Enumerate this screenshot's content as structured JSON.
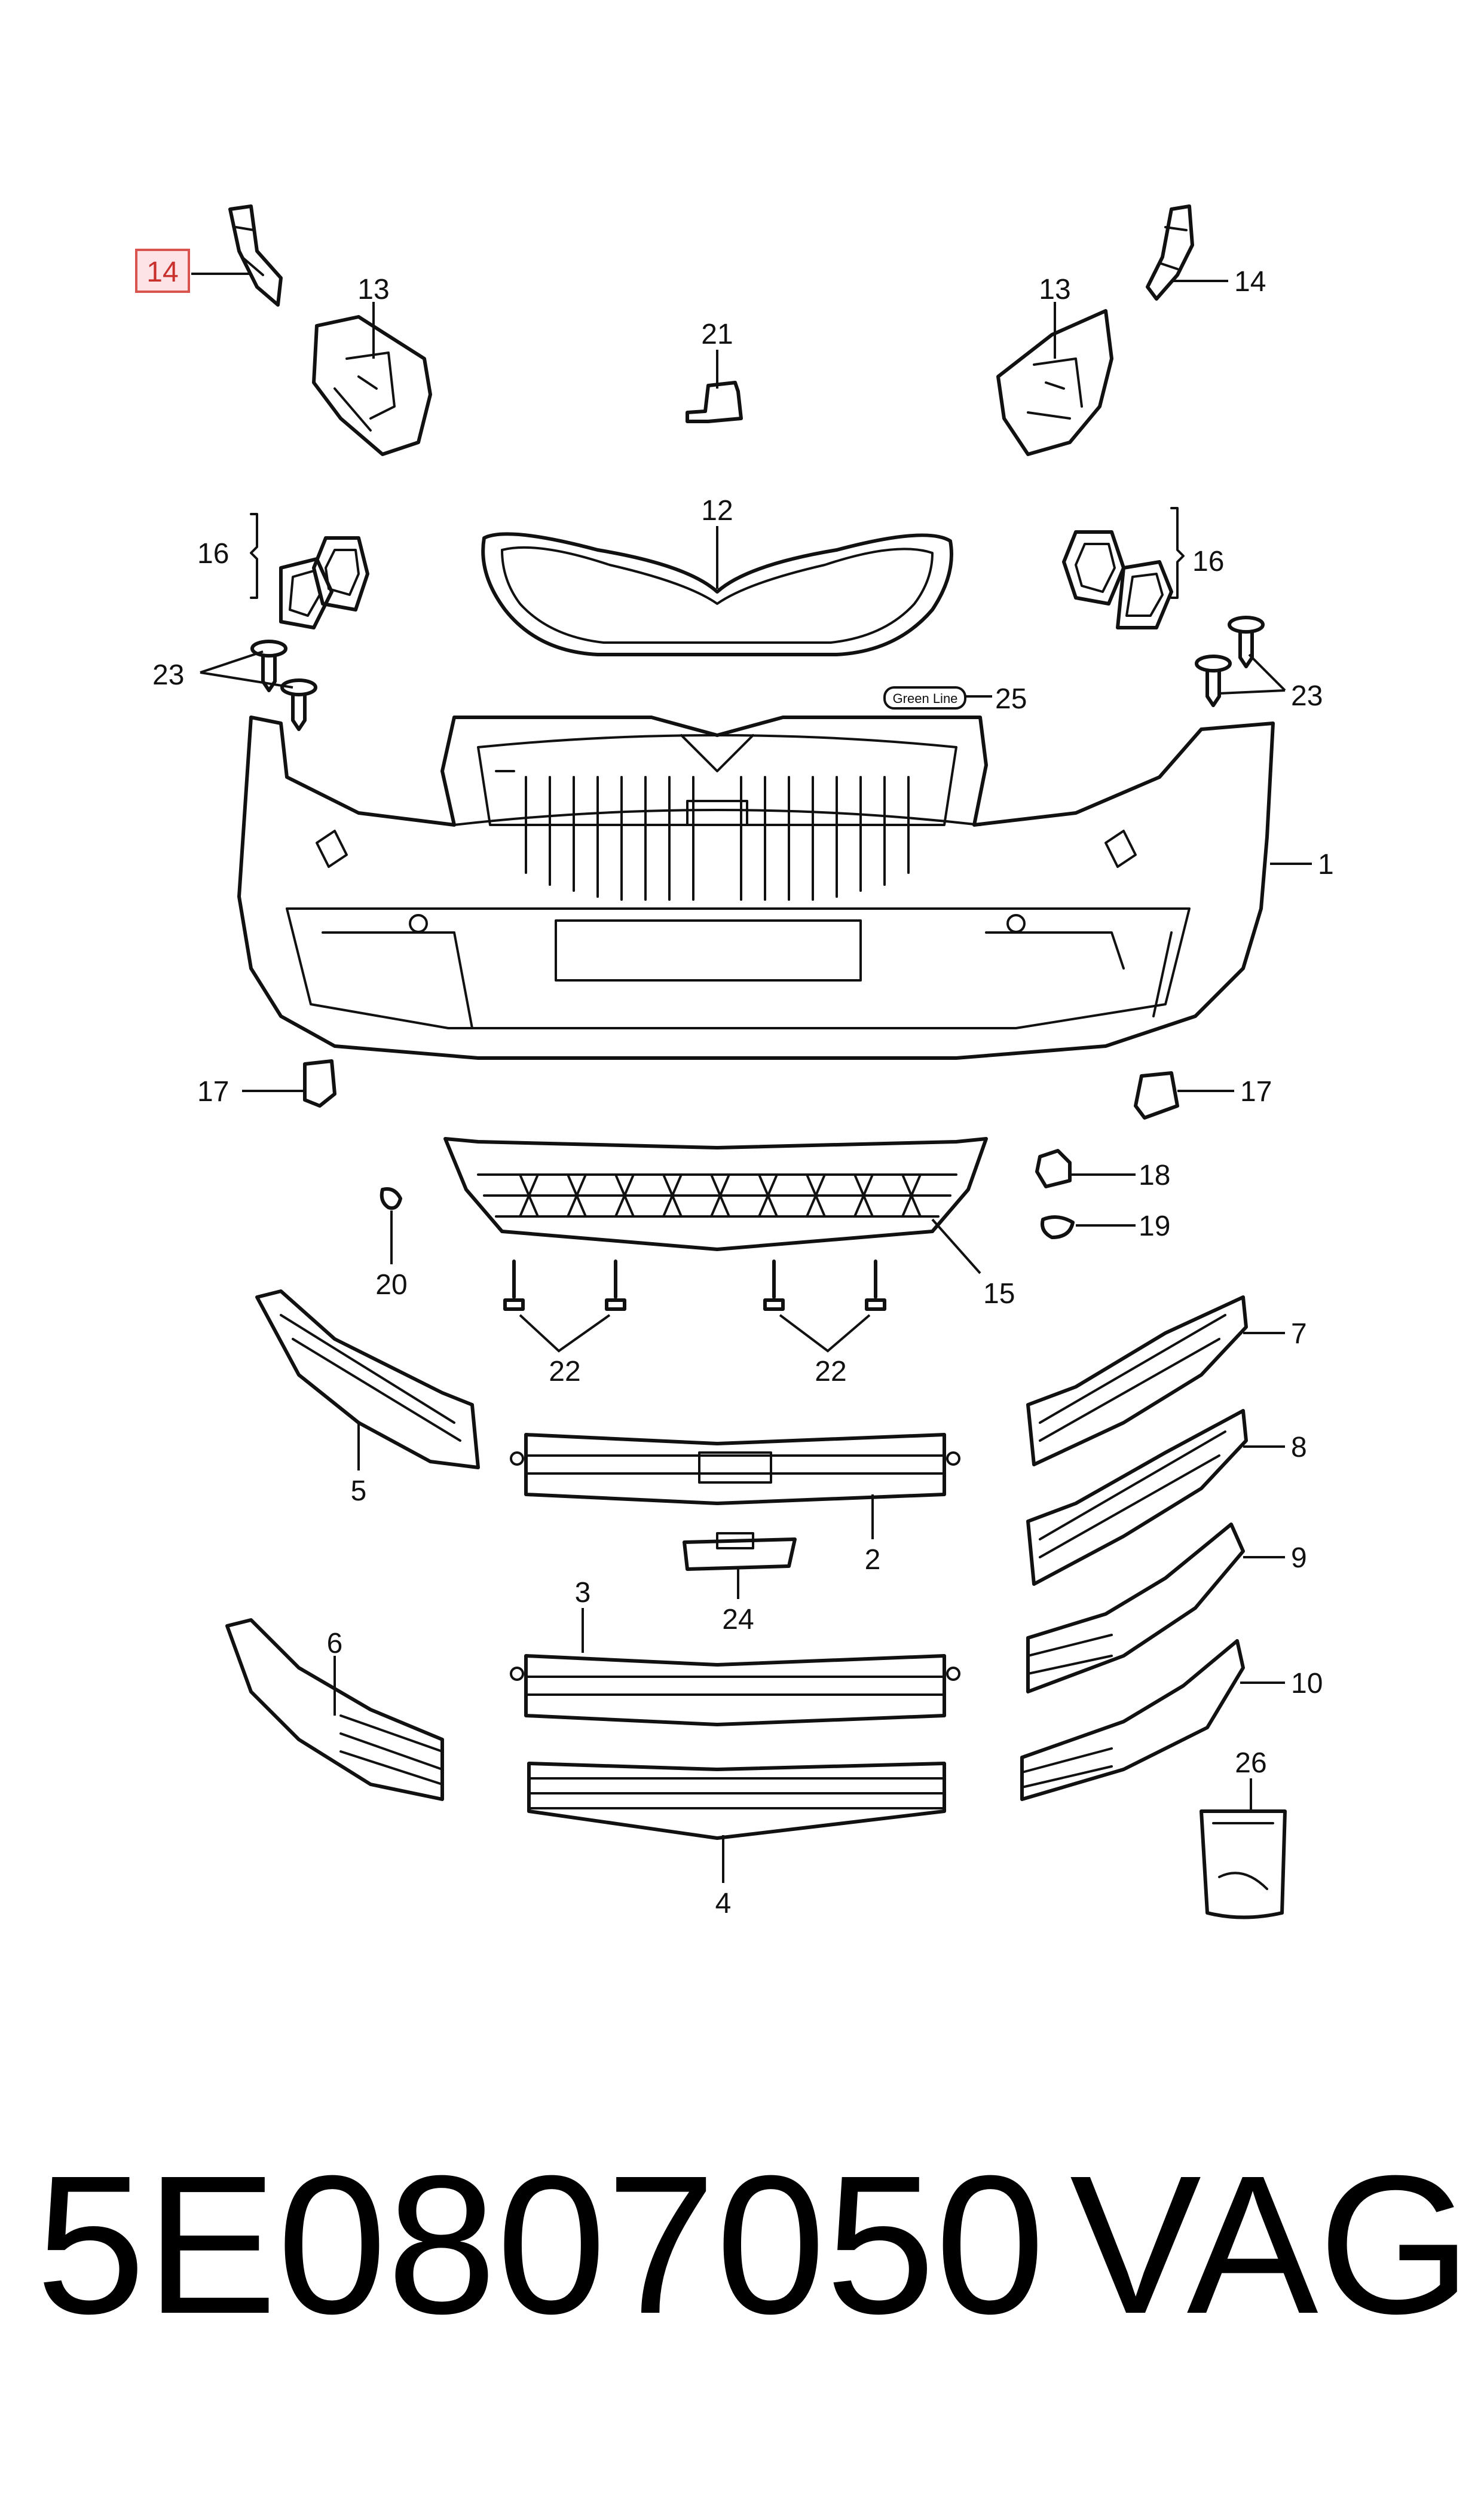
{
  "diagram": {
    "callouts": {
      "c1": "1",
      "c2": "2",
      "c3": "3",
      "c4": "4",
      "c5": "5",
      "c6": "6",
      "c7": "7",
      "c8": "8",
      "c9": "9",
      "c10": "10",
      "c12": "12",
      "c13": "13",
      "c14": "14",
      "c15": "15",
      "c16": "16",
      "c17": "17",
      "c18": "18",
      "c19": "19",
      "c20": "20",
      "c21": "21",
      "c22": "22",
      "c23": "23",
      "c24": "24",
      "c25": "25",
      "c26": "26"
    },
    "highlighted_callout": "14",
    "badge_label": "Green Line",
    "colors": {
      "line": "#111111",
      "highlight_fill": "#fde3e6",
      "highlight_stroke": "#d9534f"
    }
  },
  "footer": {
    "part_number": "5E0807050",
    "brand": "VAG"
  }
}
